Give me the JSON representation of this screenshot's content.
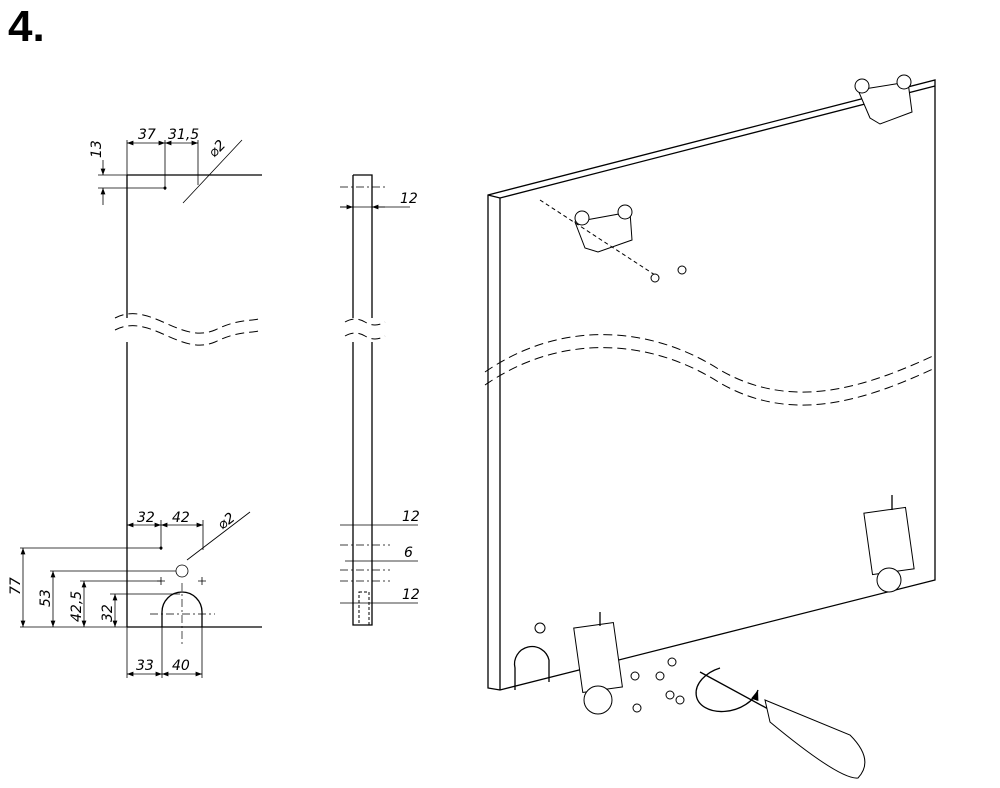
{
  "step_number": "4.",
  "front_view": {
    "top_dims": {
      "height_from_top": "13",
      "x1": "37",
      "x2": "31,5",
      "hole_diameter": "⌀2"
    },
    "bottom_dims": {
      "x1": "32",
      "x2": "42",
      "hole_diameter": "⌀2",
      "h1": "77",
      "h2": "53",
      "h3": "42,5",
      "h4": "32",
      "notch_offset": "33",
      "notch_width": "40"
    }
  },
  "side_view": {
    "dims": {
      "top_offset": "12",
      "mid_offset": "12",
      "hole_depth": "6",
      "bottom_offset": "12"
    }
  }
}
